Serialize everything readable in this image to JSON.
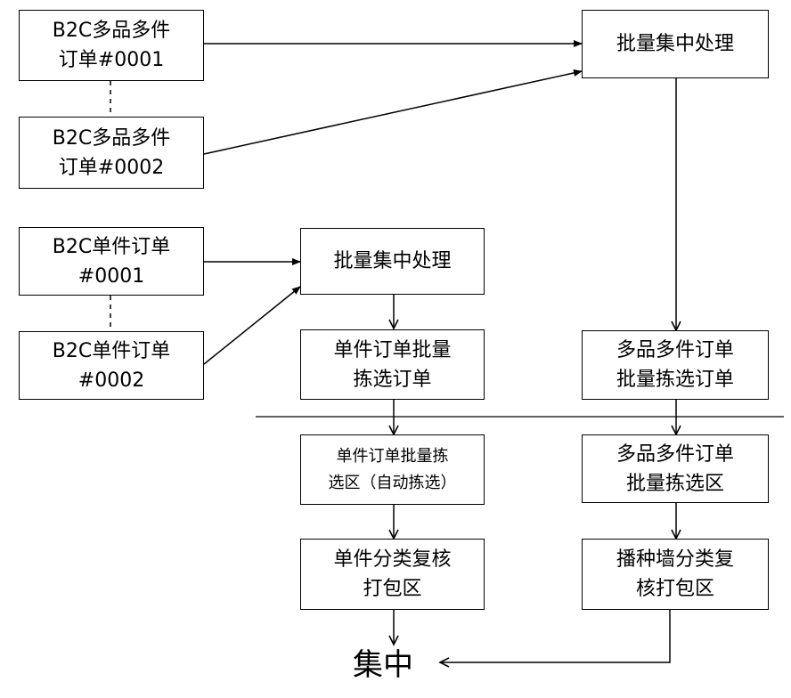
{
  "nodes": {
    "multi_order_1": "B2C多品多件\n订单#0001",
    "multi_order_2": "B2C多品多件\n订单#0002",
    "single_order_1": "B2C单件订单\n#0001",
    "single_order_2": "B2C单件订单\n#0002",
    "batch_process_single": "批量集中处理",
    "batch_process_multi": "批量集中处理",
    "single_batch_pick_order": "单件订单批量\n拣选订单",
    "multi_batch_pick_order": "多品多件订单\n批量拣选订单",
    "single_pick_zone": "单件订单批量拣\n选区（自动拣选）",
    "multi_pick_zone": "多品多件订单\n批量拣选区",
    "single_pack_zone": "单件分类复核\n打包区",
    "multi_pack_zone": "播种墙分类复\n核打包区",
    "final_collect": "集中"
  }
}
